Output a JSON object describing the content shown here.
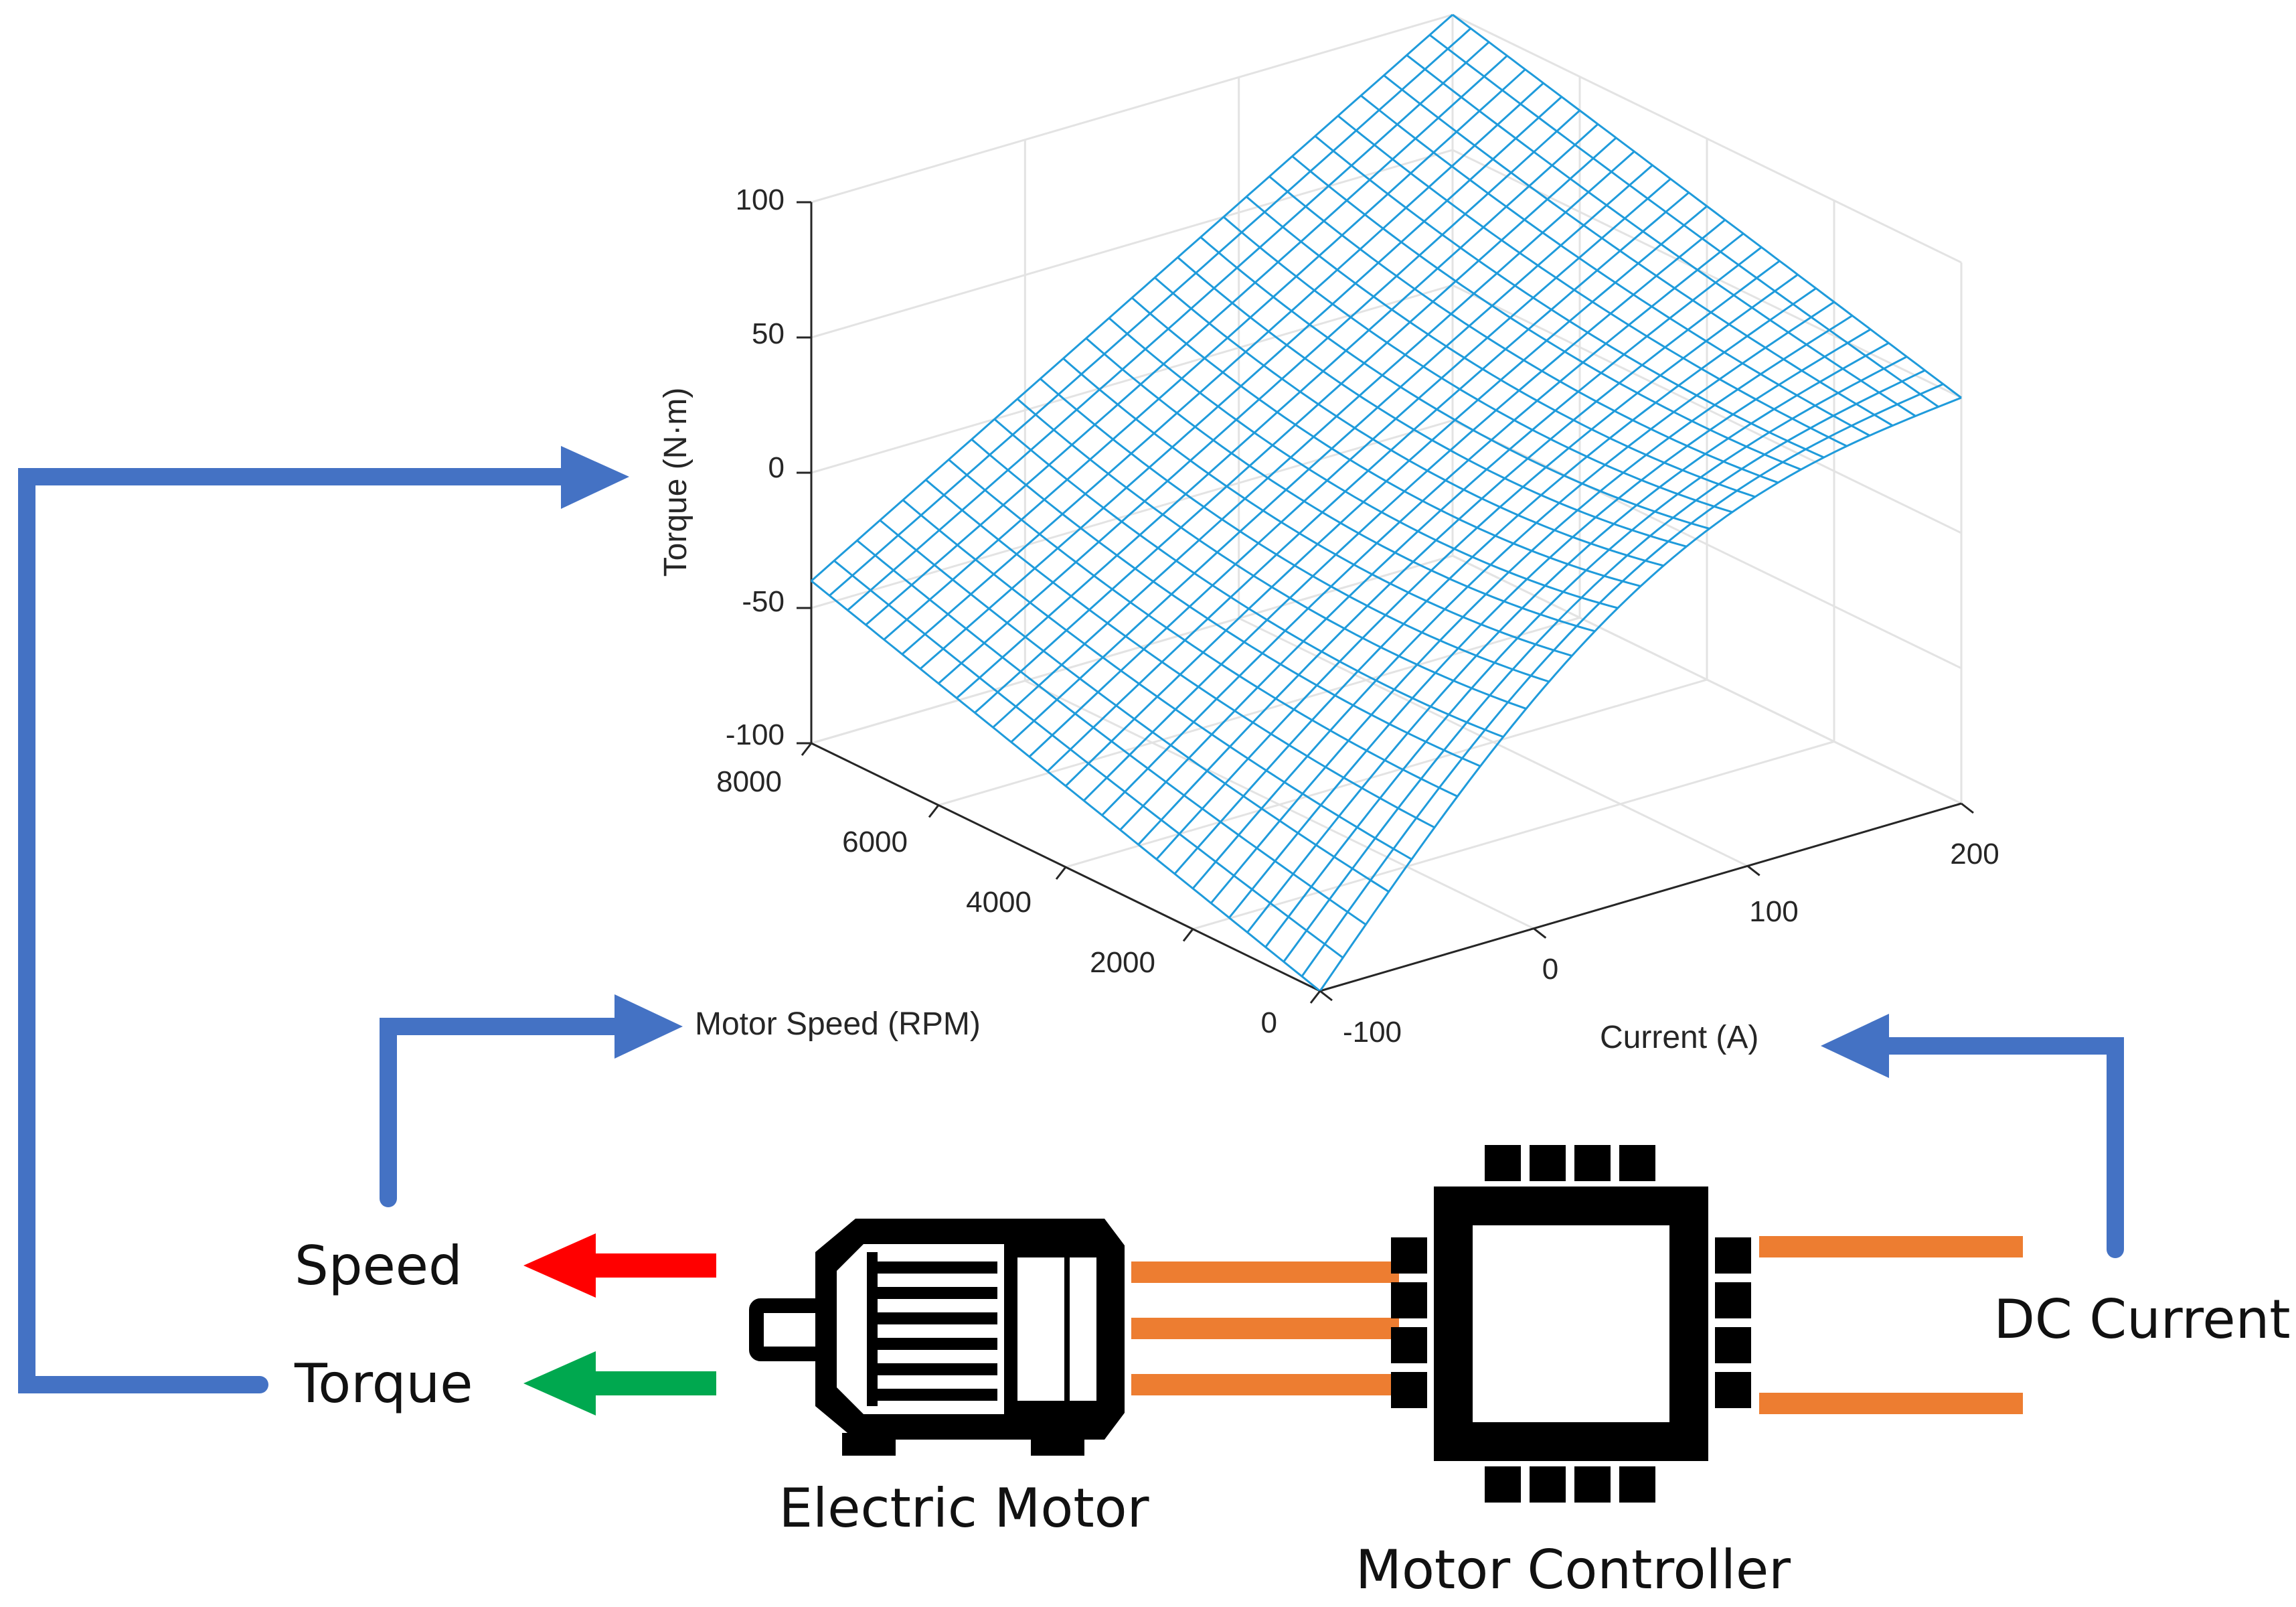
{
  "chart_data": {
    "type": "surface",
    "title": "",
    "xlabel": "Current (A)",
    "ylabel": "Motor Speed (RPM)",
    "zlabel": "Torque (N·m)",
    "xlim": [
      -100,
      200
    ],
    "ylim": [
      0,
      8000
    ],
    "zlim": [
      -100,
      100
    ],
    "x_ticks": [
      "-100",
      "0",
      "100",
      "200"
    ],
    "y_ticks": [
      "0",
      "2000",
      "4000",
      "6000",
      "8000"
    ],
    "z_ticks": [
      "-100",
      "-50",
      "0",
      "50",
      "100"
    ],
    "grid": true,
    "mesh_color": "#1f9bdb",
    "corner_torque": [
      {
        "current": -100,
        "speed": 8000,
        "torque": -40
      },
      {
        "current": -100,
        "speed": 0,
        "torque": -100
      },
      {
        "current": 200,
        "speed": 8000,
        "torque": 100
      },
      {
        "current": 200,
        "speed": 0,
        "torque": 50
      }
    ]
  },
  "labels": {
    "speed": "Speed",
    "torque": "Torque",
    "electric_motor": "Electric Motor",
    "motor_controller": "Motor Controller",
    "dc_current": "DC Current"
  },
  "colors": {
    "flow_arrow": "#4472c4",
    "speed_arrow": "#ff0000",
    "torque_arrow": "#00a84f",
    "wire": "#ed7d31",
    "component": "#000000"
  },
  "icons": {
    "motor": "electric-motor-icon",
    "controller": "chip-icon"
  }
}
